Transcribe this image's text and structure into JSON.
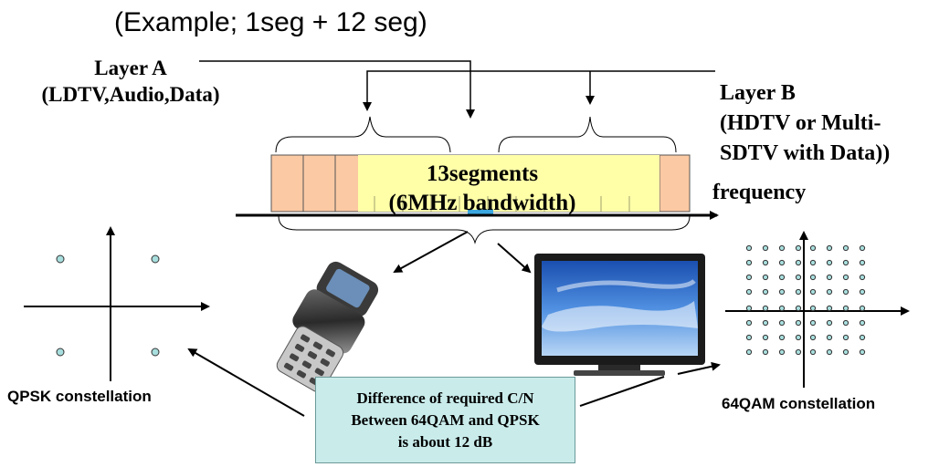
{
  "header": {
    "example": "(Example; 1seg + 12 seg)"
  },
  "layer_a": {
    "line1": "Layer A",
    "line2": "(LDTV,Audio,Data)"
  },
  "layer_b": {
    "line1": "Layer B",
    "line2": "(HDTV or Multi-",
    "line3": "SDTV with Data))"
  },
  "segments": {
    "line1": "13segments",
    "line2": "(6MHz bandwidth)"
  },
  "axis": {
    "label": "frequency"
  },
  "qpsk": {
    "label": "QPSK constellation"
  },
  "qam": {
    "label": "64QAM constellation"
  },
  "difference_box": {
    "line1": "Difference of required C/N",
    "line2": "Between 64QAM and QPSK",
    "line3": "is about 12 dB"
  },
  "colors": {
    "segment_fill": "#fbc9a3",
    "center_fill": "#ffffa8",
    "box_fill": "#c9eceb",
    "dot_fill": "#a8dede",
    "one_seg": "#3ba7e0"
  },
  "icons": {
    "phone": "mobile-phone-icon",
    "tv": "flat-tv-icon"
  }
}
